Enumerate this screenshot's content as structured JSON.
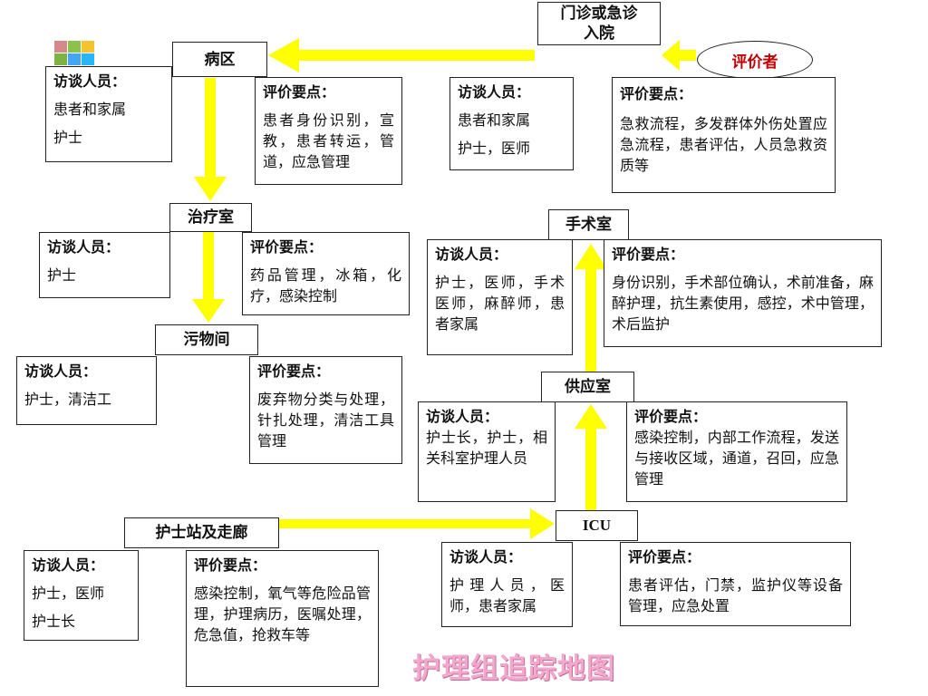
{
  "title": "护理组追踪地图",
  "evaluator": "评价者",
  "nodes": {
    "emergency": "门诊或急诊入院",
    "ward": "病区",
    "treatment": "治疗室",
    "dirty": "污物间",
    "station": "护士站及走廊",
    "icu": "ICU",
    "supply": "供应室",
    "or": "手术室"
  },
  "labels": {
    "interview": "访谈人员",
    "points": "评价要点"
  },
  "ward_interview": [
    "患者和家属",
    "护士"
  ],
  "ward_points": "患者身份识别，宣教，患者转运，管道，应急管理",
  "emergency_interview": [
    "患者和家属",
    "护士，医师"
  ],
  "emergency_points": "急救流程，多发群体外伤处置应急流程，患者评估，人员急救资质等",
  "treatment_interview": [
    "护士"
  ],
  "treatment_points": "药品管理，冰箱，化疗，感染控制",
  "dirty_interview": [
    "护士，清洁工"
  ],
  "dirty_points": "废弃物分类与处理，针扎处理，清洁工具管理",
  "or_interview": "护士，医师，手术医师，麻醉师，患者家属",
  "or_points": "身份识别，手术部位确认，术前准备，麻醉护理，抗生素使用，感控，术中管理，术后监护",
  "supply_interview": "护士长，护士，相关科室护理人员",
  "supply_points": "感染控制，内部工作流程，发送与接收区域，通道，召回，应急管理",
  "station_interview": [
    "护士，医师",
    "护士长"
  ],
  "station_points": "感染控制，氧气等危险品管理，护理病历，医嘱处理，危急值，抢救车等",
  "icu_interview": "护理人员，医师，患者家属",
  "icu_points": "患者评估，门禁，监护仪等设备管理，应急处置",
  "colors": {
    "arrow": "#ffff00",
    "evaluator_text": "#c00000",
    "title": "#f2a8cc"
  },
  "icons": [
    "logo-squares"
  ]
}
